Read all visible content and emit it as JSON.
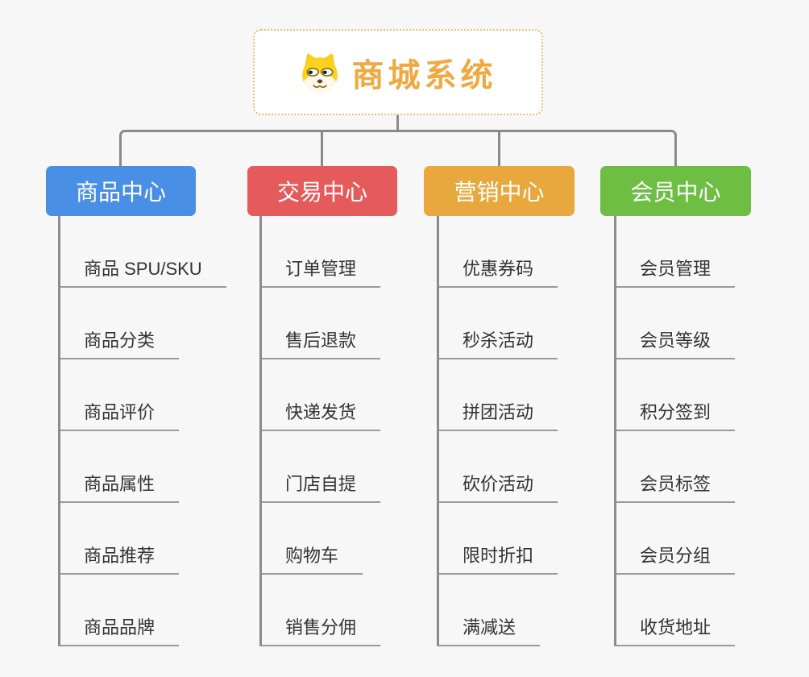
{
  "root": {
    "title": "商城系统",
    "icon": "doge-icon",
    "title_color": "#F0A941",
    "border_color": "#F3BC66"
  },
  "branches": [
    {
      "label": "商品中心",
      "color": "#4A8FE6",
      "children": [
        "商品 SPU/SKU",
        "商品分类",
        "商品评价",
        "商品属性",
        "商品推荐",
        "商品品牌"
      ]
    },
    {
      "label": "交易中心",
      "color": "#E55B5B",
      "children": [
        "订单管理",
        "售后退款",
        "快递发货",
        "门店自提",
        "购物车",
        "销售分佣"
      ]
    },
    {
      "label": "营销中心",
      "color": "#E8A83E",
      "children": [
        "优惠券码",
        "秒杀活动",
        "拼团活动",
        "砍价活动",
        "限时折扣",
        "满减送"
      ]
    },
    {
      "label": "会员中心",
      "color": "#6EBE44",
      "children": [
        "会员管理",
        "会员等级",
        "积分签到",
        "会员标签",
        "会员分组",
        "收货地址"
      ]
    }
  ],
  "colors": {
    "background": "#F7F7F7",
    "connector": "#8A8A8A",
    "child_line": "#9A9A9A",
    "child_text": "#333333"
  }
}
